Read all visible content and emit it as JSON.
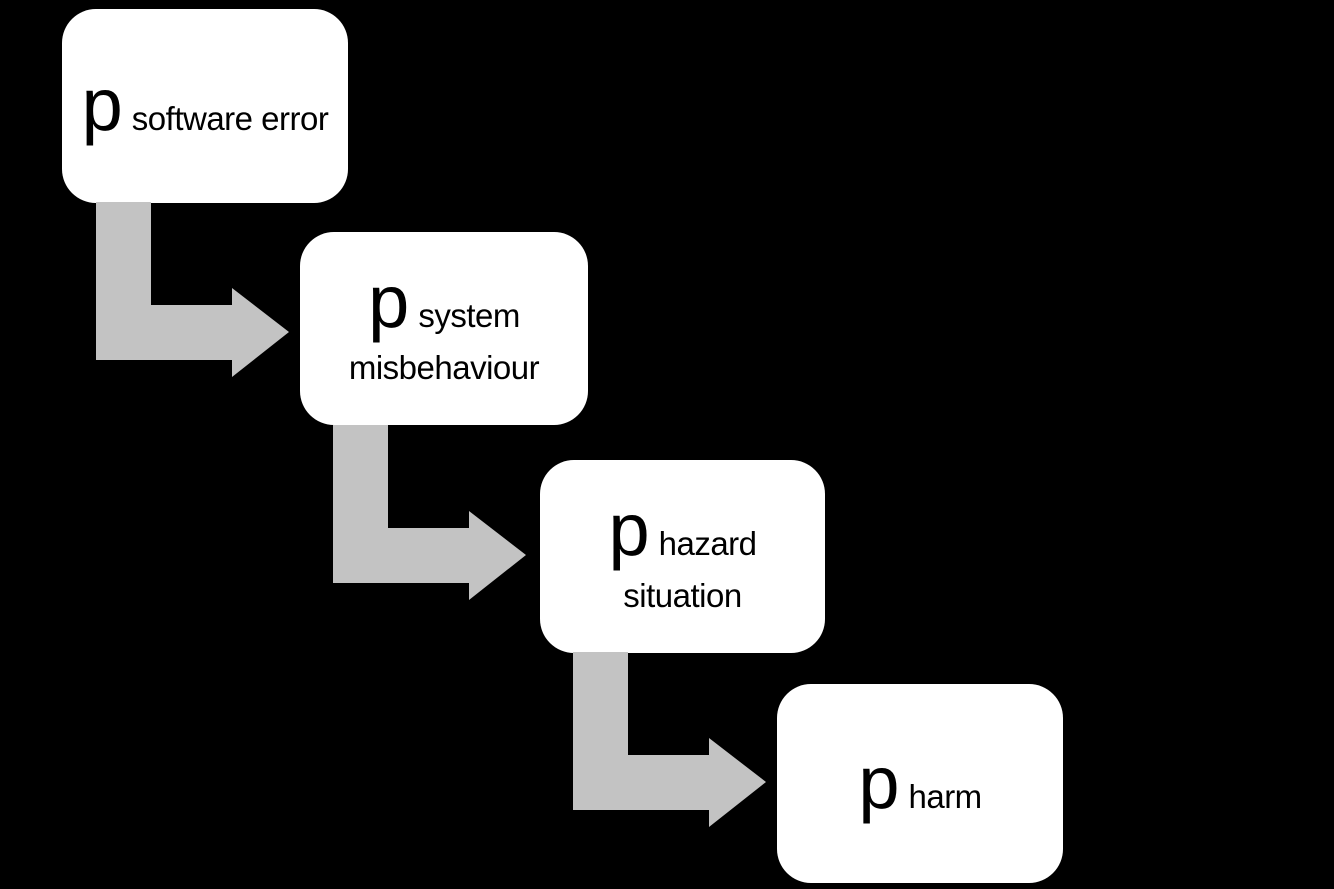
{
  "diagram": {
    "description": "probability chain: software error to harm",
    "colors": {
      "background": "#000000",
      "node_fill": "#ffffff",
      "node_text": "#000000",
      "arrow_fill": "#c3c3c3"
    },
    "nodes": [
      {
        "id": "software-error",
        "symbol": "p",
        "sub_line1": "software error",
        "sub_line2": ""
      },
      {
        "id": "system-misbehaviour",
        "symbol": "p",
        "sub_line1": "system",
        "sub_line2": "misbehaviour"
      },
      {
        "id": "hazard-situation",
        "symbol": "p",
        "sub_line1": "hazard",
        "sub_line2": "situation"
      },
      {
        "id": "harm",
        "symbol": "p",
        "sub_line1": "harm",
        "sub_line2": ""
      }
    ],
    "connections": [
      {
        "from": "software-error",
        "to": "system-misbehaviour",
        "style": "elbow-down-right"
      },
      {
        "from": "system-misbehaviour",
        "to": "hazard-situation",
        "style": "elbow-down-right"
      },
      {
        "from": "hazard-situation",
        "to": "harm",
        "style": "elbow-down-right"
      }
    ]
  }
}
